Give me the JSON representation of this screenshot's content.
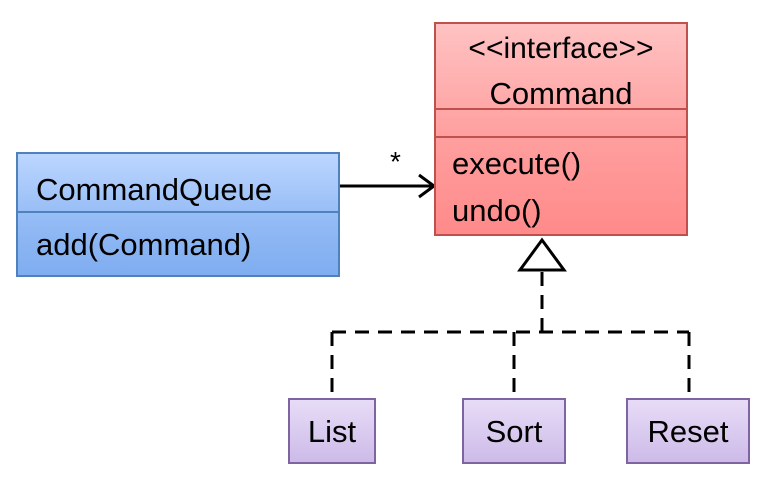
{
  "interface": {
    "stereotype": "<<interface>>",
    "name": "Command",
    "methods": [
      "execute()",
      "undo()"
    ]
  },
  "queue": {
    "name": "CommandQueue",
    "methods": [
      "add(Command)"
    ]
  },
  "association": {
    "multiplicity": "*"
  },
  "subclasses": [
    "List",
    "Sort",
    "Reset"
  ],
  "colors": {
    "interface_border": "#c0504d",
    "interface_fill": "#ff9e9e",
    "queue_border": "#4f81bd",
    "queue_fill": "#93bbf5",
    "subclass_border": "#8064a2",
    "subclass_fill": "#cdbbe8"
  }
}
